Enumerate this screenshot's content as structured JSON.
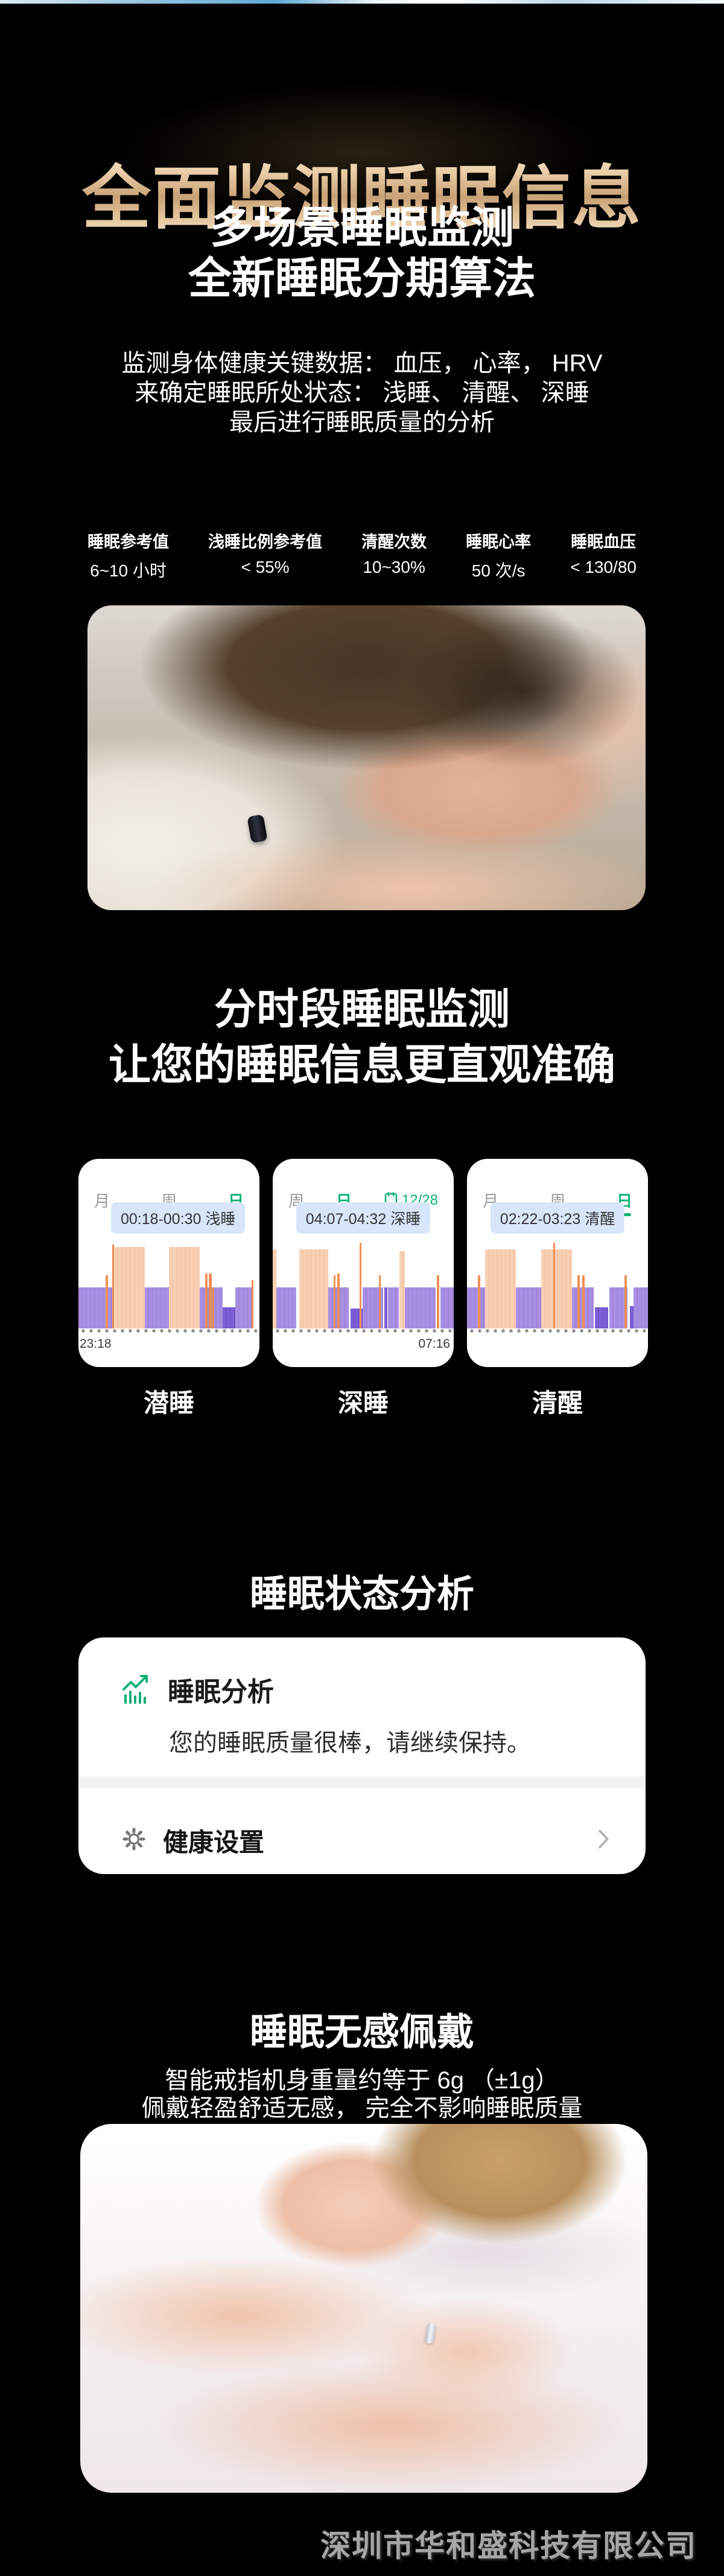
{
  "hero": {
    "title": "全面监测睡眠信息",
    "subtitle_lines": [
      "多场景睡眠监测",
      "全新睡眠分期算法"
    ],
    "description_lines": [
      "监测身体健康关键数据： 血压， 心率， HRV",
      "来确定睡眠所处状态： 浅睡、 清醒、 深睡",
      "最后进行睡眠质量的分析"
    ]
  },
  "stats": [
    {
      "label": "睡眠参考值",
      "value": "6~10 小时"
    },
    {
      "label": "浅睡比例参考值",
      "value": "< 55%"
    },
    {
      "label": "清醒次数",
      "value": "10~30%"
    },
    {
      "label": "睡眠心率",
      "value": "50 次/s"
    },
    {
      "label": "睡眠血压",
      "value": "< 130/80"
    }
  ],
  "section_timeline": {
    "heading_lines": [
      "分时段睡眠监测",
      "让您的睡眠信息更直观准确"
    ],
    "cards": [
      {
        "caption": "潜睡",
        "tooltip": "00:18-00:30 浅睡",
        "tooltip_align": "left",
        "tabs": [
          {
            "label": "月",
            "active": false
          },
          {
            "label": "周",
            "active": false
          },
          {
            "label": "日",
            "active": true
          }
        ],
        "date": null,
        "axis_label": "23:18",
        "axis_side": "left",
        "bars": [
          {
            "t": "p",
            "x": 0,
            "w": 19,
            "h": 48
          },
          {
            "t": "s",
            "x": 15,
            "w": 1.2,
            "h": 62
          },
          {
            "t": "s",
            "x": 18.5,
            "w": 1,
            "h": 98
          },
          {
            "t": "pe",
            "x": 19.5,
            "w": 17,
            "h": 95
          },
          {
            "t": "p",
            "x": 36.5,
            "w": 13.5,
            "h": 48
          },
          {
            "t": "pe",
            "x": 50,
            "w": 17,
            "h": 95
          },
          {
            "t": "p",
            "x": 67,
            "w": 12.5,
            "h": 48
          },
          {
            "t": "s",
            "x": 70,
            "w": 1.2,
            "h": 64
          },
          {
            "t": "s",
            "x": 72,
            "w": 1.6,
            "h": 64
          },
          {
            "t": "s",
            "x": 74,
            "w": 1,
            "h": 48
          },
          {
            "t": "d",
            "x": 79.5,
            "w": 7,
            "h": 25
          },
          {
            "t": "p",
            "x": 86.5,
            "w": 9.5,
            "h": 48
          },
          {
            "t": "s",
            "x": 95.5,
            "w": 1.2,
            "h": 56
          }
        ]
      },
      {
        "caption": "深睡",
        "tooltip": "04:07-04:32 深睡",
        "tooltip_align": "center",
        "tabs": [
          {
            "label": "周",
            "active": false
          },
          {
            "label": "日",
            "active": true
          }
        ],
        "date": "12/28",
        "axis_label": "07:16",
        "axis_side": "right",
        "bars": [
          {
            "t": "pe",
            "x": 0,
            "w": 2,
            "h": 92
          },
          {
            "t": "p",
            "x": 2,
            "w": 11,
            "h": 48
          },
          {
            "t": "pe",
            "x": 14.5,
            "w": 16,
            "h": 92
          },
          {
            "t": "p",
            "x": 30.5,
            "w": 11.5,
            "h": 48
          },
          {
            "t": "s",
            "x": 33.5,
            "w": 1.2,
            "h": 62
          },
          {
            "t": "s",
            "x": 35.5,
            "w": 1.4,
            "h": 64
          },
          {
            "t": "d",
            "x": 43,
            "w": 6.5,
            "h": 23
          },
          {
            "t": "s",
            "x": 48,
            "w": 1,
            "h": 100
          },
          {
            "t": "p",
            "x": 49.5,
            "w": 11.5,
            "h": 48
          },
          {
            "t": "s",
            "x": 58.5,
            "w": 1.2,
            "h": 62
          },
          {
            "t": "d",
            "x": 61.5,
            "w": 1.8,
            "h": 48
          },
          {
            "t": "p",
            "x": 63.5,
            "w": 6,
            "h": 48
          },
          {
            "t": "pe",
            "x": 70,
            "w": 3,
            "h": 90
          },
          {
            "t": "p",
            "x": 73,
            "w": 17,
            "h": 48
          },
          {
            "t": "s",
            "x": 90.5,
            "w": 1.6,
            "h": 62
          },
          {
            "t": "p",
            "x": 92.5,
            "w": 7.5,
            "h": 48
          }
        ]
      },
      {
        "caption": "清醒",
        "tooltip": "02:22-03:23 清醒",
        "tooltip_align": "center",
        "tabs": [
          {
            "label": "月",
            "active": false
          },
          {
            "label": "周",
            "active": false
          },
          {
            "label": "日",
            "active": true
          }
        ],
        "date": null,
        "axis_label": "",
        "axis_side": "none",
        "bars": [
          {
            "t": "p",
            "x": 0,
            "w": 10,
            "h": 48
          },
          {
            "t": "s",
            "x": 6,
            "w": 1.2,
            "h": 62
          },
          {
            "t": "pe",
            "x": 10,
            "w": 17,
            "h": 92
          },
          {
            "t": "p",
            "x": 27,
            "w": 14,
            "h": 48
          },
          {
            "t": "pe",
            "x": 41,
            "w": 17,
            "h": 92
          },
          {
            "t": "s",
            "x": 47.5,
            "w": 1,
            "h": 100
          },
          {
            "t": "p",
            "x": 58,
            "w": 12,
            "h": 48
          },
          {
            "t": "s",
            "x": 61,
            "w": 1.2,
            "h": 62
          },
          {
            "t": "s",
            "x": 63.5,
            "w": 1.4,
            "h": 62
          },
          {
            "t": "d",
            "x": 70.5,
            "w": 7.5,
            "h": 25
          },
          {
            "t": "p",
            "x": 78.5,
            "w": 10,
            "h": 48
          },
          {
            "t": "s",
            "x": 87,
            "w": 1.2,
            "h": 62
          },
          {
            "t": "d",
            "x": 90,
            "w": 2,
            "h": 26
          },
          {
            "t": "p",
            "x": 92,
            "w": 8,
            "h": 48
          }
        ]
      }
    ]
  },
  "section_analysis": {
    "heading": "睡眠状态分析",
    "card": {
      "title": "睡眠分析",
      "message": "您的睡眠质量很棒，请继续保持。",
      "settings_label": "健康设置"
    }
  },
  "section_wear": {
    "heading": "睡眠无感佩戴",
    "description_lines": [
      "智能戒指机身重量约等于 6g （±1g）",
      "佩戴轻盈舒适无感， 完全不影响睡眠质量"
    ]
  },
  "footer": {
    "company": "深圳市华和盛科技有限公司"
  },
  "icons": {
    "analysis": "trend-up-chart-icon",
    "settings": "gear-icon",
    "nav": "chevron-right-icon",
    "date": "calendar-icon"
  },
  "colors": {
    "accent_green": "#0fb373",
    "gold": "#d9b892",
    "tooltip_bg": "#d8e6fb",
    "bar_light_purple": "#a78ce2",
    "bar_dark_purple": "#7a5cd4",
    "bar_peach": "#f8cfb3",
    "bar_orange": "#ef8f55",
    "background": "#000000"
  }
}
